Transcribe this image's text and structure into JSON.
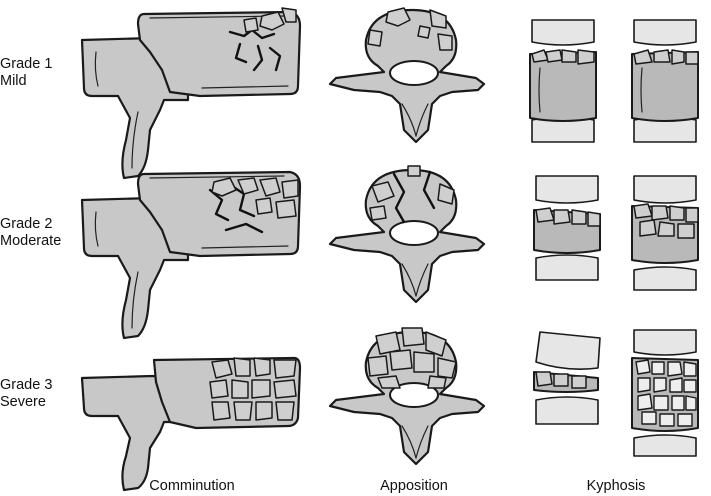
{
  "rows": [
    {
      "grade": "Grade 1",
      "severity": "Mild"
    },
    {
      "grade": "Grade 2",
      "severity": "Moderate"
    },
    {
      "grade": "Grade 3",
      "severity": "Severe"
    }
  ],
  "columns": [
    "Comminution",
    "Apposition",
    "Kyphosis"
  ]
}
